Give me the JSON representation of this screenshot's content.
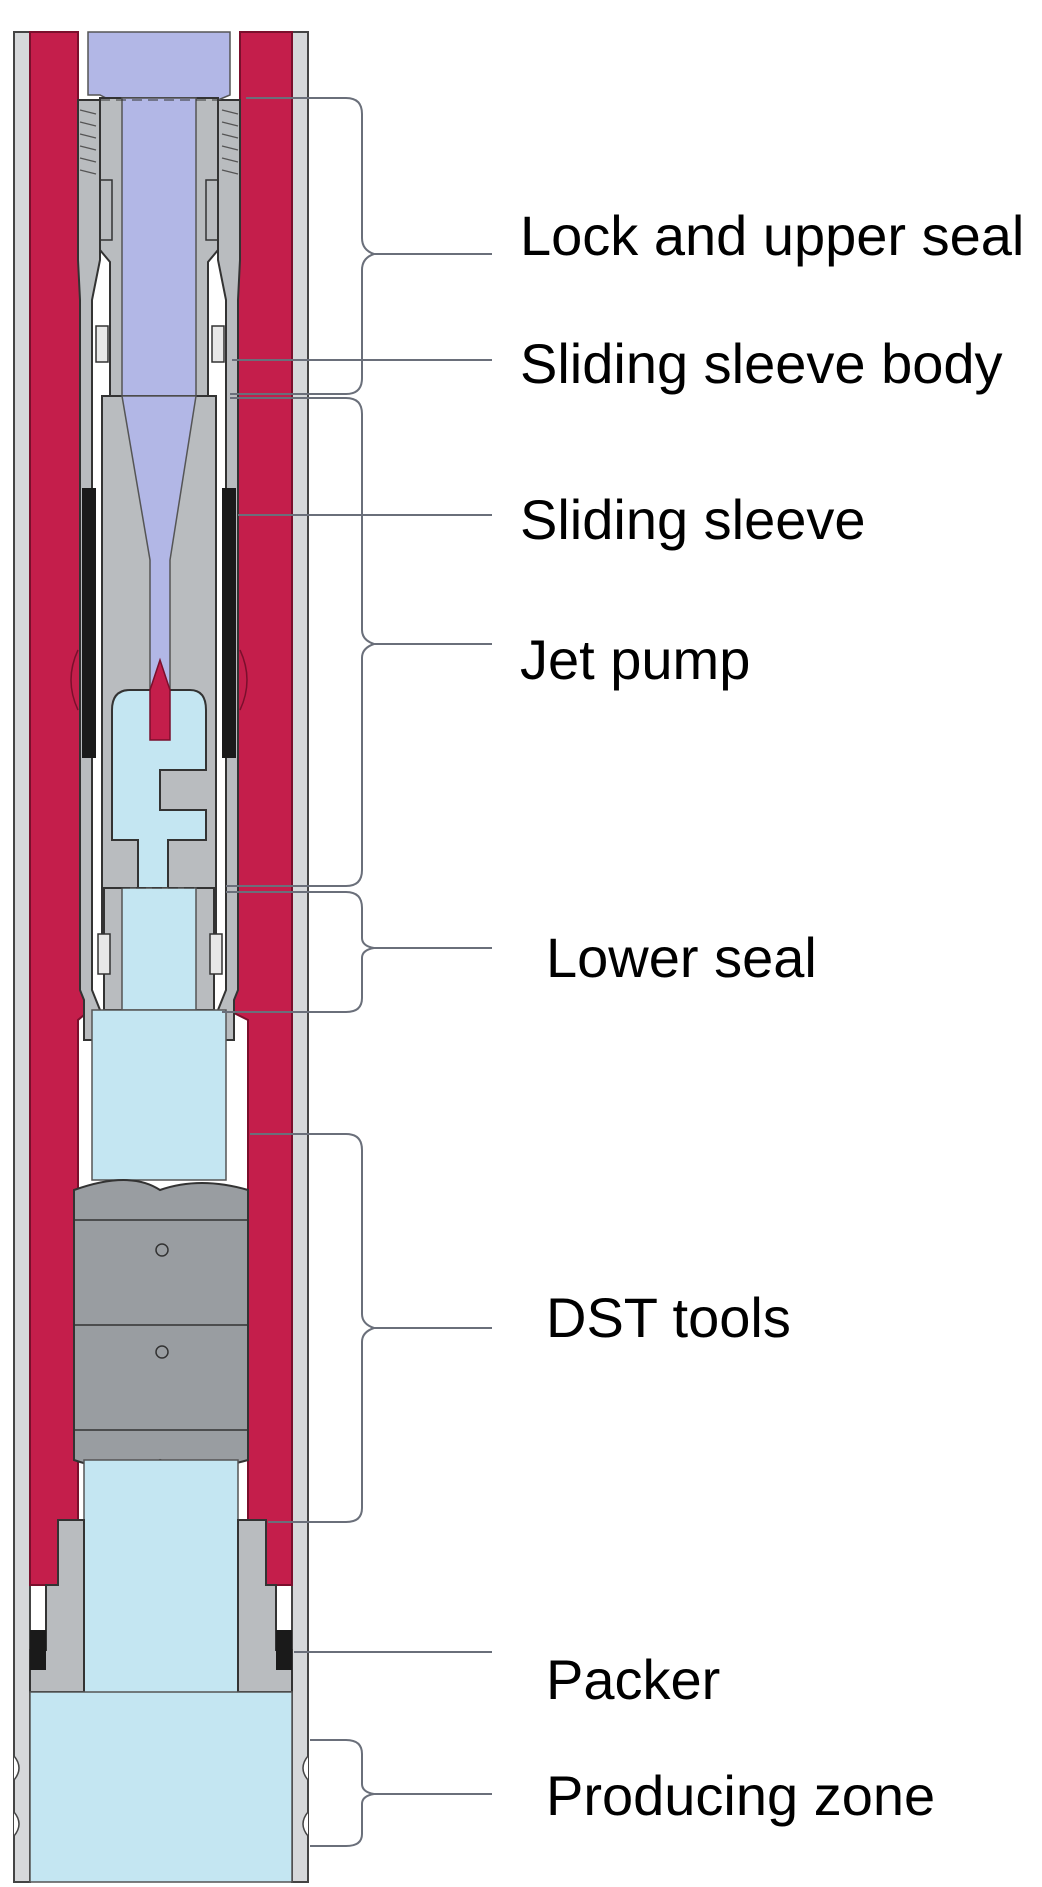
{
  "colors": {
    "casing_red": "#c41e4b",
    "casing_red_dark": "#a3163c",
    "tool_gray": "#b9bcbf",
    "tool_gray_dark": "#999da1",
    "power_fluid_lavender": "#b2b7e6",
    "produced_fluid_blue": "#c4e6f2",
    "seal_black": "#1a1a1a",
    "steel_outline": "#444444",
    "annotation_line": "#6a6f7a"
  },
  "labels": {
    "lock_upper_seal": "Lock and upper seal",
    "sliding_sleeve_body": "Sliding sleeve body",
    "sliding_sleeve": "Sliding sleeve",
    "jet_pump": "Jet pump",
    "lower_seal": "Lower seal",
    "dst_tools": "DST tools",
    "packer": "Packer",
    "producing_zone": "Producing zone"
  }
}
